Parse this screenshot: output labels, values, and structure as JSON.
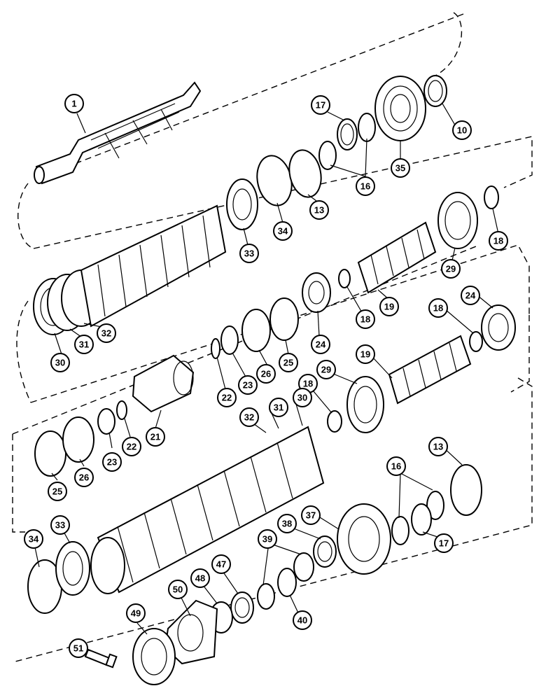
{
  "diagram": {
    "colors": {
      "line": "#000000",
      "background": "#ffffff"
    },
    "callouts": [
      {
        "id": "c1",
        "label": "1"
      },
      {
        "id": "c10",
        "label": "10"
      },
      {
        "id": "c17a",
        "label": "17"
      },
      {
        "id": "c16a",
        "label": "16"
      },
      {
        "id": "c35",
        "label": "35"
      },
      {
        "id": "c13a",
        "label": "13"
      },
      {
        "id": "c34a",
        "label": "34"
      },
      {
        "id": "c33a",
        "label": "33"
      },
      {
        "id": "c18a",
        "label": "18"
      },
      {
        "id": "c29a",
        "label": "29"
      },
      {
        "id": "c19a",
        "label": "19"
      },
      {
        "id": "c18b",
        "label": "18"
      },
      {
        "id": "c24a",
        "label": "24"
      },
      {
        "id": "c24b",
        "label": "24"
      },
      {
        "id": "c18c",
        "label": "18"
      },
      {
        "id": "c30a",
        "label": "30"
      },
      {
        "id": "c31a",
        "label": "31"
      },
      {
        "id": "c32a",
        "label": "32"
      },
      {
        "id": "c25a",
        "label": "25"
      },
      {
        "id": "c26a",
        "label": "26"
      },
      {
        "id": "c23a",
        "label": "23"
      },
      {
        "id": "c22a",
        "label": "22"
      },
      {
        "id": "c21",
        "label": "21"
      },
      {
        "id": "c19b",
        "label": "19"
      },
      {
        "id": "c29b",
        "label": "29"
      },
      {
        "id": "c18d",
        "label": "18"
      },
      {
        "id": "c30b",
        "label": "30"
      },
      {
        "id": "c31b",
        "label": "31"
      },
      {
        "id": "c32b",
        "label": "32"
      },
      {
        "id": "c25b",
        "label": "25"
      },
      {
        "id": "c26b",
        "label": "26"
      },
      {
        "id": "c23b",
        "label": "23"
      },
      {
        "id": "c22b",
        "label": "22"
      },
      {
        "id": "c13b",
        "label": "13"
      },
      {
        "id": "c16b",
        "label": "16"
      },
      {
        "id": "c17b",
        "label": "17"
      },
      {
        "id": "c37",
        "label": "37"
      },
      {
        "id": "c38",
        "label": "38"
      },
      {
        "id": "c39",
        "label": "39"
      },
      {
        "id": "c40",
        "label": "40"
      },
      {
        "id": "c34b",
        "label": "34"
      },
      {
        "id": "c33b",
        "label": "33"
      },
      {
        "id": "c50",
        "label": "50"
      },
      {
        "id": "c48",
        "label": "48"
      },
      {
        "id": "c47",
        "label": "47"
      },
      {
        "id": "c49",
        "label": "49"
      },
      {
        "id": "c51",
        "label": "51"
      }
    ]
  }
}
